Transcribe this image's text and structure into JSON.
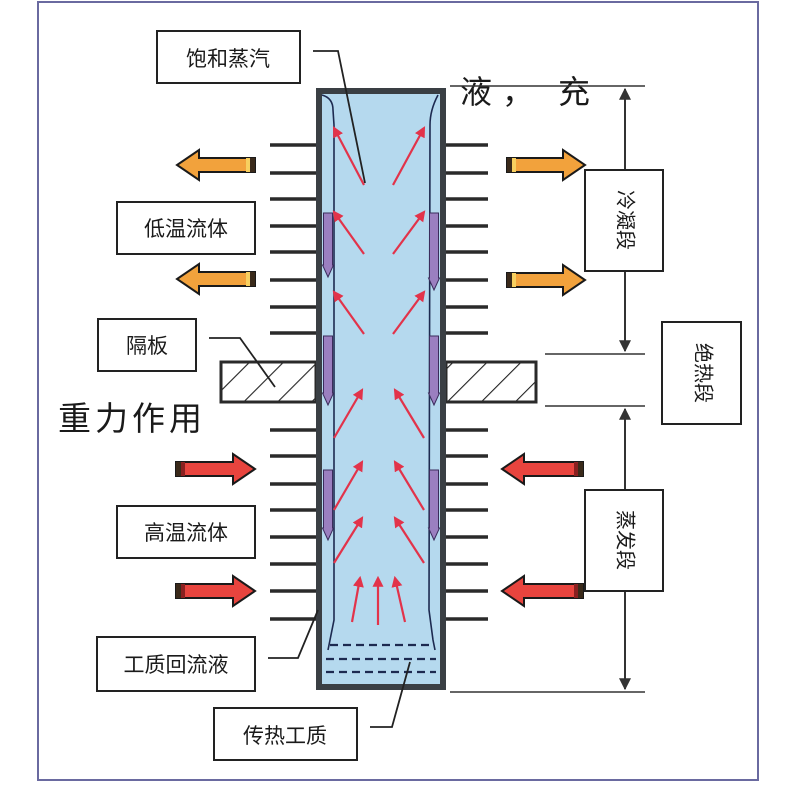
{
  "title": "热管工作原理示意图",
  "labels": {
    "saturated_vapor": "饱和蒸汽",
    "low_temp_fluid": "低温流体",
    "partition": "隔板",
    "gravity": "重力作用",
    "high_temp_fluid": "高温流体",
    "return_liquid": "工质回流液",
    "working_fluid": "传热工质",
    "top_note_left": "液",
    "top_note_comma": "，",
    "top_note_right": "充",
    "condenser_section": "冷凝段",
    "adiabatic_section": "绝热段",
    "evaporator_section": "蒸发段"
  },
  "colors": {
    "tube_wall": "#3a3f44",
    "vapor_core": "#b5d9ee",
    "liquid_film": "#c4e2f2",
    "condensate_arrow": "#9b7fc0",
    "vapor_arrow": "#e2334a",
    "cold_flow_arrow": "#f2a23c",
    "hot_flow_arrow": "#e8443e",
    "frame": "#6a6aa0",
    "text": "#1a1a1a"
  },
  "icons": {
    "cold_flow": "arrow-out-orange",
    "hot_flow": "arrow-in-red",
    "vapor": "arrow-thin-red",
    "condensate": "arrow-down-purple"
  }
}
